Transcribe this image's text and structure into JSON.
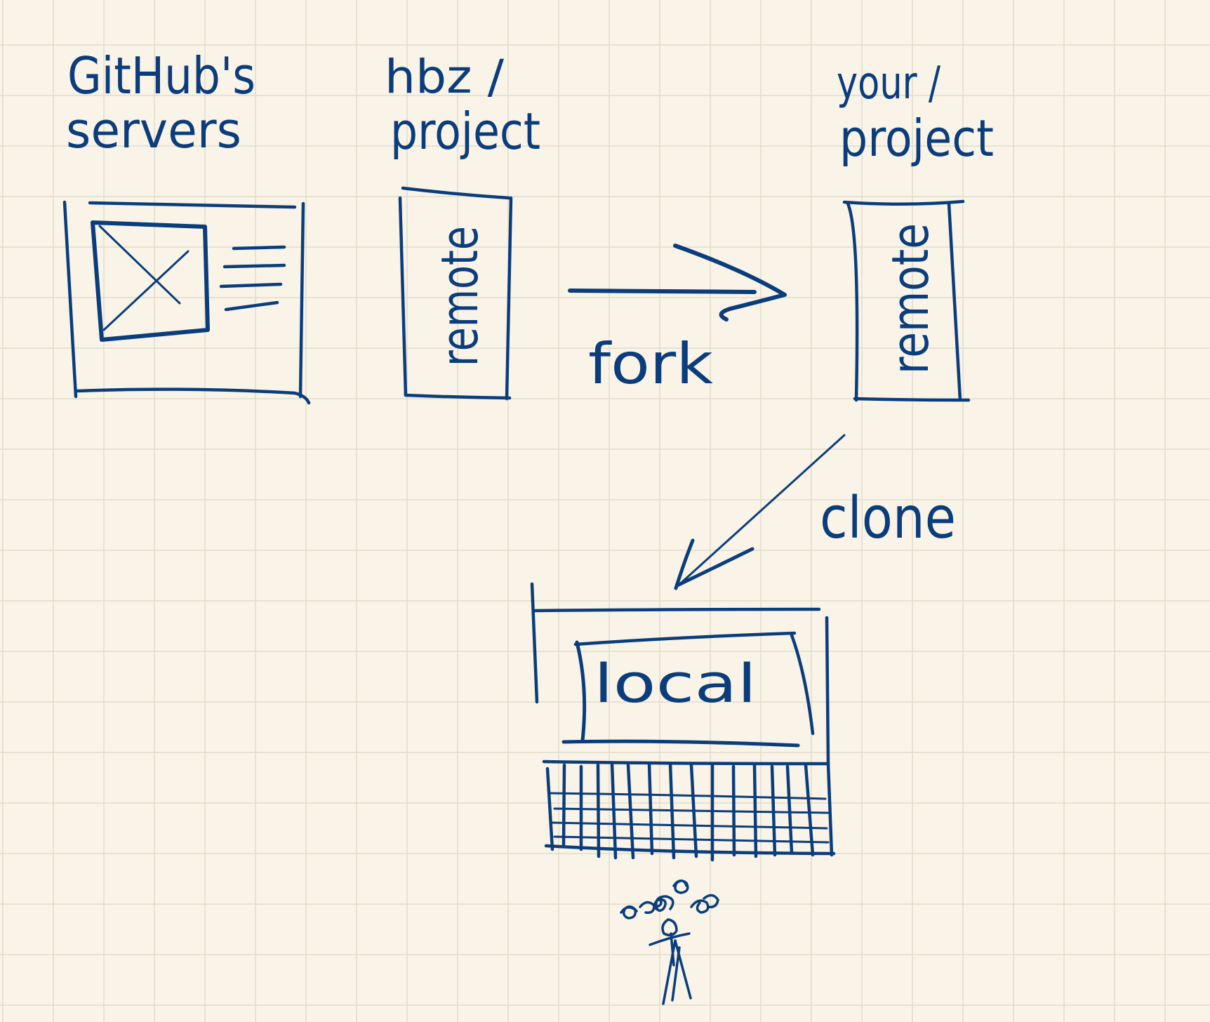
{
  "colors": {
    "paper": "#f9f4e7",
    "grid": "#e3dccb",
    "ink": "#0b3d7c"
  },
  "labels": {
    "github_servers_line1": "GitHub's",
    "github_servers_line2": "servers",
    "hbz_project_line1": "hbz /",
    "hbz_project_line2": "project",
    "your_project_line1": "your /",
    "your_project_line2": "project",
    "remote_left": "remote",
    "remote_right": "remote",
    "fork": "fork",
    "clone": "clone",
    "local": "local"
  },
  "icons": {
    "server": "server-rack-icon",
    "laptop": "laptop-icon",
    "person": "stick-figure-person-icon"
  }
}
